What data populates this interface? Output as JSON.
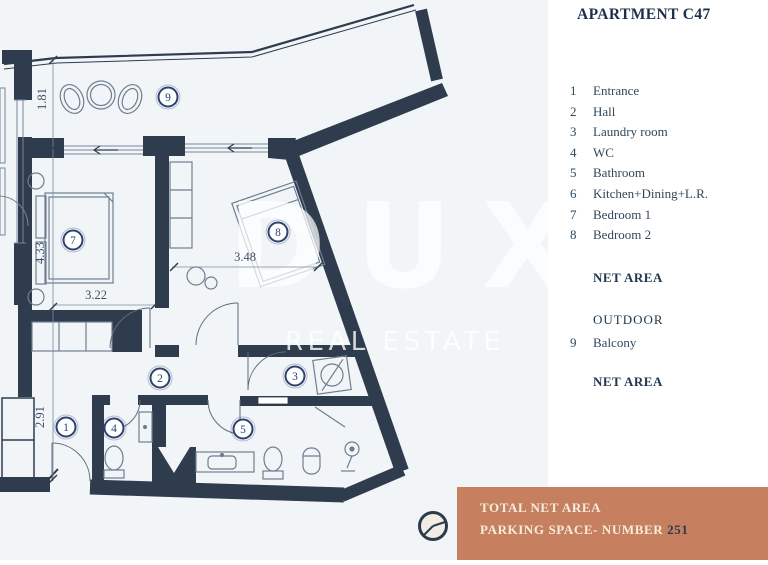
{
  "legend": {
    "title": "APARTMENT C47",
    "items": [
      {
        "num": "1",
        "label": "Entrance"
      },
      {
        "num": "2",
        "label": "Hall"
      },
      {
        "num": "3",
        "label": "Laundry room"
      },
      {
        "num": "4",
        "label": "WC"
      },
      {
        "num": "5",
        "label": "Bathroom"
      },
      {
        "num": "6",
        "label": "Kitchen+Dining+L.R."
      },
      {
        "num": "7",
        "label": "Bedroom 1"
      },
      {
        "num": "8",
        "label": "Bedroom 2"
      }
    ],
    "net_area_label": "NET AREA",
    "outdoor_label": "OUTDOOR",
    "outdoor_item": {
      "num": "9",
      "label": "Balcony"
    },
    "net_area_label_2": "NET AREA"
  },
  "footer": {
    "line1": "TOTAL NET AREA",
    "line2_prefix": "PARKING SPACE- NUMBER",
    "parking_number": "251"
  },
  "plan": {
    "markers": [
      "1",
      "2",
      "3",
      "4",
      "5",
      "7",
      "8",
      "9"
    ],
    "dimensions": {
      "balcony_depth": "1.81",
      "bedroom1_height": "4.33",
      "bedroom1_width": "3.22",
      "bedroom2_width": "3.48",
      "entrance_height": "2.91"
    },
    "watermark": {
      "brand": "DUX",
      "tagline": "REAL ESTATE"
    }
  },
  "colors": {
    "wall": "#2e3c4d",
    "plan_background": "#f1f5f8",
    "panel_background": "#ffffff",
    "marker_blue": "#2e4170",
    "accent_orange": "#c6805f",
    "footer_text": "#f6ecdb",
    "footer_number": "#2b3a51"
  }
}
